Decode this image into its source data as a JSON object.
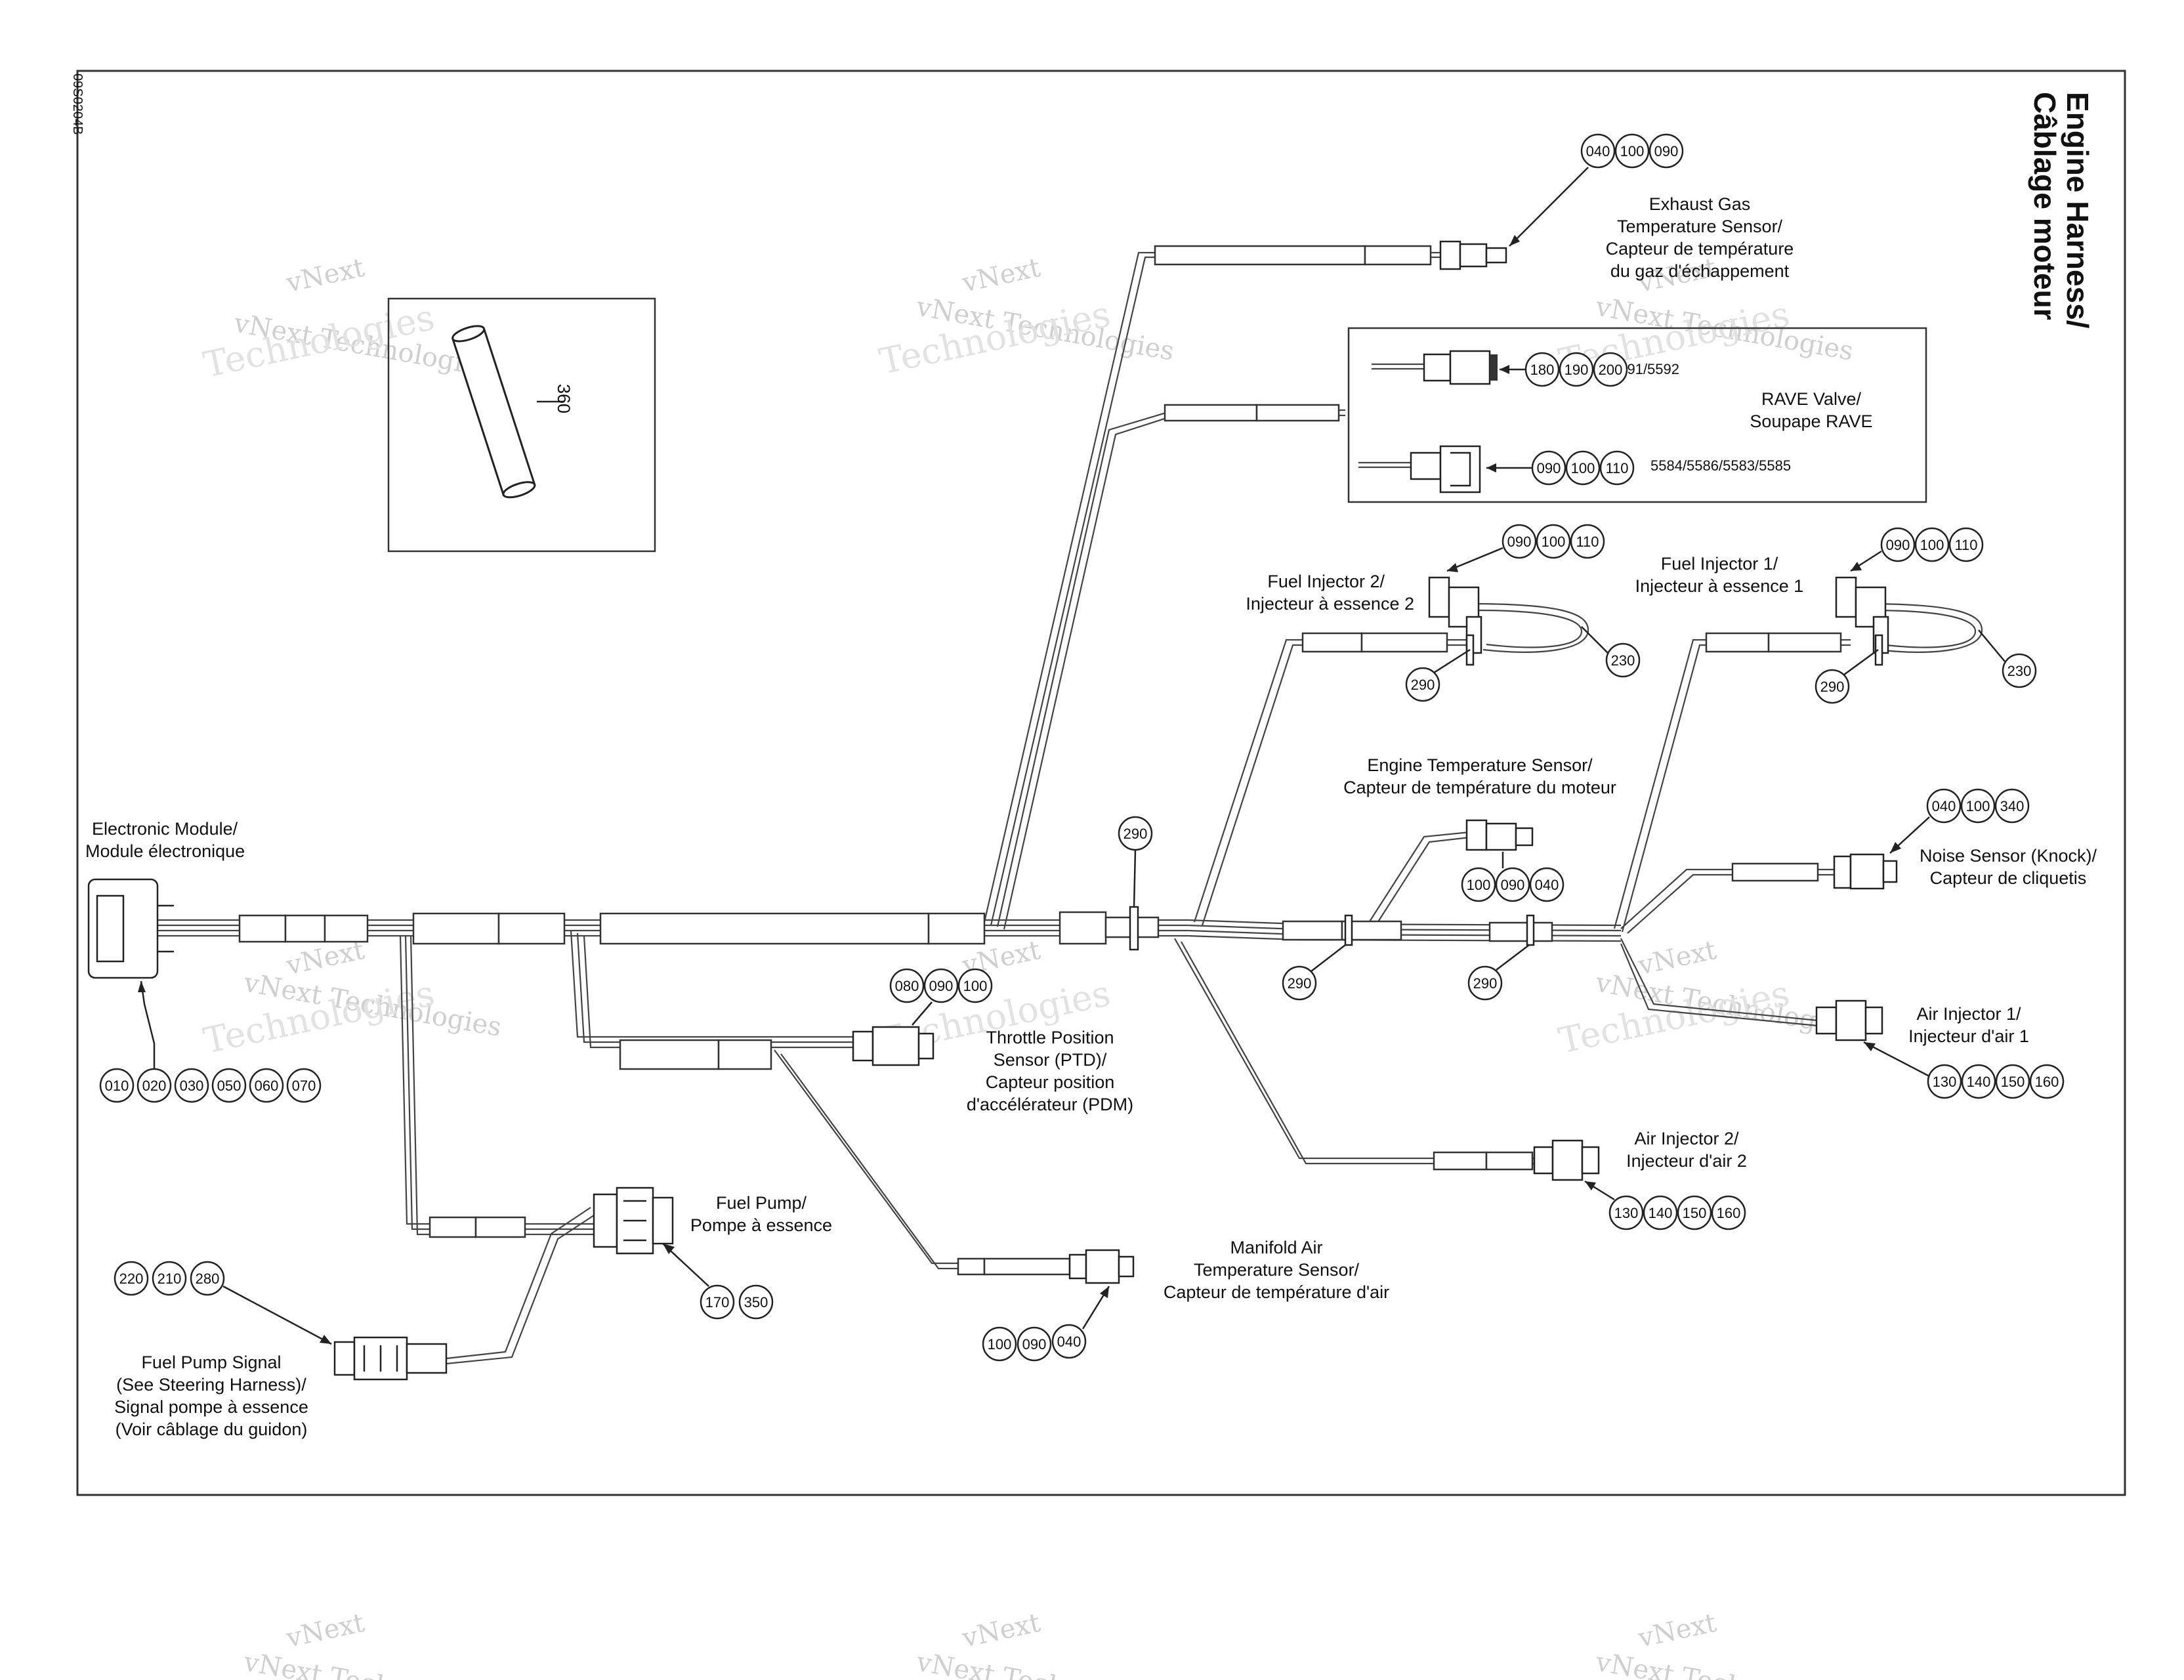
{
  "doc_code": "09S0204B",
  "title_line1": "Engine Harness/",
  "title_line2": "Câblage moteur",
  "watermark_brand": "vNext",
  "watermark_text": "vNext Technologies",
  "watermark_big": "Technologies",
  "inset_part": "360",
  "labels": {
    "exhaust": [
      "Exhaust Gas",
      "Temperature Sensor/",
      "Capteur de température",
      "du gaz d'échappement"
    ],
    "rave": [
      "RAVE Valve/",
      "Soupape RAVE"
    ],
    "rave_model1": "5591/5592",
    "rave_model2": "5584/5586/5583/5585",
    "fuel_inj2": [
      "Fuel Injector 2/",
      "Injecteur à essence 2"
    ],
    "fuel_inj1": [
      "Fuel Injector 1/",
      "Injecteur à essence 1"
    ],
    "engine_temp": [
      "Engine Temperature Sensor/",
      "Capteur de température du moteur"
    ],
    "ecm": [
      "Electronic Module/",
      "Module électronique"
    ],
    "noise": [
      "Noise Sensor (Knock)/",
      "Capteur de cliquetis"
    ],
    "throttle": [
      "Throttle Position",
      "Sensor (PTD)/",
      "Capteur position",
      "d'accélérateur (PDM)"
    ],
    "air_inj1": [
      "Air Injector 1/",
      "Injecteur d'air 1"
    ],
    "air_inj2": [
      "Air Injector 2/",
      "Injecteur d'air 2"
    ],
    "fuel_pump": [
      "Fuel Pump/",
      "Pompe à essence"
    ],
    "manifold": [
      "Manifold Air",
      "Temperature Sensor/",
      "Capteur de température d'air"
    ],
    "pump_signal": [
      "Fuel Pump Signal",
      "(See Steering Harness)/",
      "Signal pompe à essence",
      "(Voir câblage du guidon)"
    ]
  },
  "callouts": {
    "exhaust": [
      "040",
      "100",
      "090"
    ],
    "rave1": [
      "180",
      "190",
      "200"
    ],
    "rave2": [
      "090",
      "100",
      "110"
    ],
    "fuel_inj2": [
      "090",
      "100",
      "110"
    ],
    "fuel_inj1": [
      "090",
      "100",
      "110"
    ],
    "clip_290_a": "290",
    "clip_230_a": "230",
    "clip_290_b": "290",
    "clip_230_b": "230",
    "clip_290_c": "290",
    "clip_290_d": "290",
    "clip_290_e": "290",
    "engine_temp": [
      "100",
      "090",
      "040"
    ],
    "noise": [
      "040",
      "100",
      "340"
    ],
    "ecm": [
      "010",
      "020",
      "030",
      "050",
      "060",
      "070"
    ],
    "throttle": [
      "080",
      "090",
      "100"
    ],
    "air_inj1": [
      "130",
      "140",
      "150",
      "160"
    ],
    "air_inj2": [
      "130",
      "140",
      "150",
      "160"
    ],
    "fuel_pump": [
      "170",
      "350"
    ],
    "manifold": [
      "100",
      "090",
      "040"
    ],
    "pump_signal": [
      "220",
      "210",
      "280"
    ]
  }
}
